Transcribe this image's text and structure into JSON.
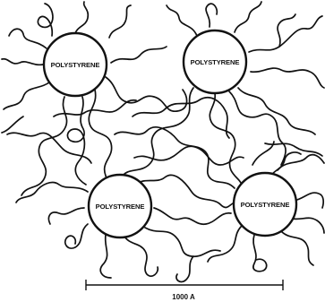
{
  "domains": [
    {
      "label": "POLYSTYRENE"
    },
    {
      "label": "POLYSTYRENE"
    },
    {
      "label": "POLYSTYRENE"
    },
    {
      "label": "POLYSTYRENE"
    }
  ],
  "scale_bar": {
    "label": "1000 A"
  }
}
